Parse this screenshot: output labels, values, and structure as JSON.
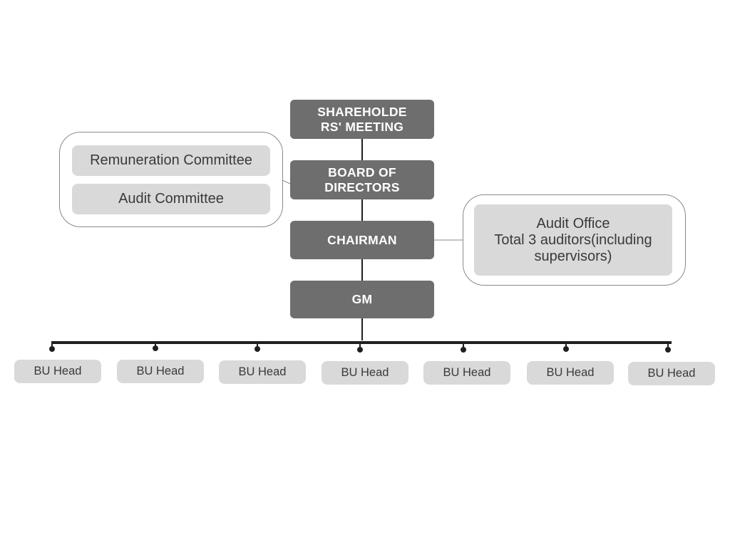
{
  "diagram": {
    "nodes": {
      "shareholders": "SHAREHOLDE\nRS' MEETING",
      "board": "BOARD OF\nDIRECTORS",
      "chairman": "CHAIRMAN",
      "gm": "GM"
    },
    "committees": [
      "Remuneration Committee",
      "Audit Committee"
    ],
    "audit_office": "Audit Office\nTotal 3 auditors(including\nsupervisors)",
    "business_units": [
      "BU Head",
      "BU Head",
      "BU Head",
      "BU Head",
      "BU Head",
      "BU Head",
      "BU Head"
    ]
  },
  "colors": {
    "node_dark": "#6e6e6e",
    "node_light": "#d9d9d9",
    "connector": "#1f1f1f"
  }
}
